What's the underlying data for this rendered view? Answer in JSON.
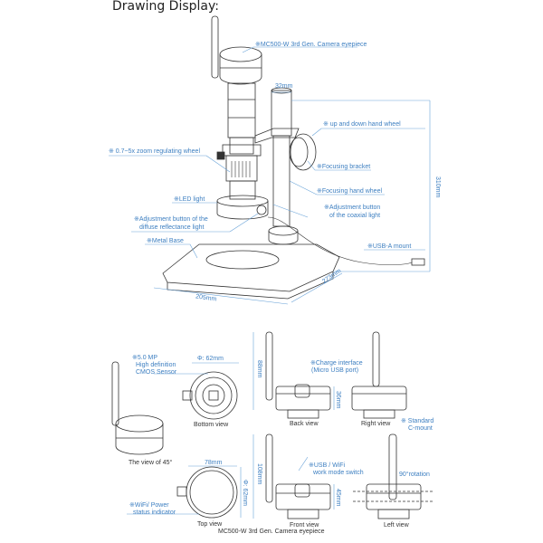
{
  "title": "Drawing Display:",
  "main_drawing": {
    "labels": {
      "camera": "※MC500-W 3rd Gen. Camera eyepiece",
      "up_down_wheel": "※ up and down hand wheel",
      "zoom_wheel": "※ 0.7~5x  zoom regulating wheel",
      "focusing_bracket": "※Focusing bracket",
      "focusing_wheel": "※Focusing hand wheel",
      "led_light": "※LED light",
      "adj_diffuse_1": "※Adjustment button of the",
      "adj_diffuse_2": "diffuse reflectance light",
      "adj_coaxial_1": "※Adjustment button",
      "adj_coaxial_2": "of the coaxial light",
      "metal_base": "※Metal Base",
      "usb_mount": "※USB-A mount"
    },
    "dimensions": {
      "eyepiece_width": "32mm",
      "height": "310mm",
      "base_width": "205mm",
      "base_depth": "273mm"
    }
  },
  "camera_views": {
    "labels": {
      "sensor_1": "※5.0 MP",
      "sensor_2": "High definition",
      "sensor_3": "CMOS Sensor",
      "charge_1": "※Charge interface",
      "charge_2": "(Micro USB port)",
      "cmount_1": "※ Standard",
      "cmount_2": "C-mount",
      "wifi_1": "※WiFi/ Power",
      "wifi_2": "status indicator",
      "switch_1": "※USB / WiFi",
      "switch_2": "work mode switch",
      "rotation": "90°rotation"
    },
    "dimensions": {
      "bottom_diameter": "Φ:  62mm",
      "back_height": "88mm",
      "back_body": "36mm",
      "top_width": "78mm",
      "top_diameter": "Φ: 62mm",
      "front_height": "108mm",
      "front_body": "45mm"
    },
    "captions": {
      "bottom": "Bottom view",
      "back": "Back view",
      "right": "Right view",
      "view45": "The view of 45°",
      "top": "Top view",
      "front": "Front view",
      "left": "Left view"
    },
    "footer": "MC500-W 3rd Gen. Camera eyepiece"
  },
  "colors": {
    "annotation": "#3d7fc1",
    "line": "#333333"
  }
}
